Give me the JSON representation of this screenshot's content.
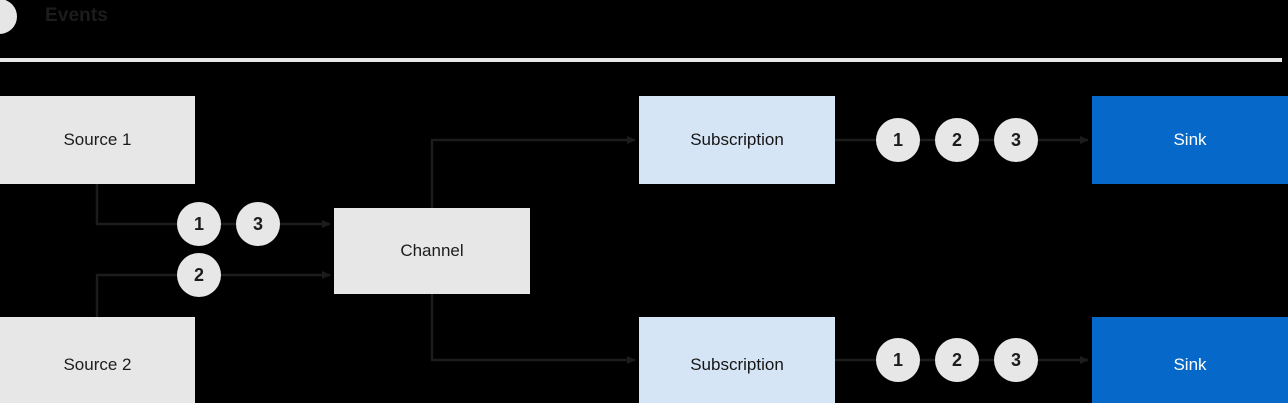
{
  "header": {
    "badge_icon": "filled-circle-icon",
    "title": "Events",
    "divider": "header-divider"
  },
  "diagram": {
    "type": "flow",
    "nodes": [
      {
        "id": "source1",
        "label": "Source 1",
        "style": "grey"
      },
      {
        "id": "source2",
        "label": "Source 2",
        "style": "grey"
      },
      {
        "id": "channel",
        "label": "Channel",
        "style": "grey"
      },
      {
        "id": "sub_top",
        "label": "Subscription",
        "style": "blue"
      },
      {
        "id": "sub_bot",
        "label": "Subscription",
        "style": "blue"
      },
      {
        "id": "sink_top",
        "label": "Sink",
        "style": "solid"
      },
      {
        "id": "sink_bot",
        "label": "Sink",
        "style": "solid"
      }
    ],
    "tokens": {
      "source1_to_channel": [
        "1",
        "3"
      ],
      "source2_to_channel": [
        "2"
      ],
      "sub_top_to_sink_top": [
        "1",
        "2",
        "3"
      ],
      "sub_bot_to_sink_bot": [
        "1",
        "2",
        "3"
      ]
    },
    "edges": [
      {
        "from": "source1",
        "to": "channel",
        "arrow": true
      },
      {
        "from": "source2",
        "to": "channel",
        "arrow": true
      },
      {
        "from": "channel",
        "to": "sub_top",
        "arrow": true
      },
      {
        "from": "channel",
        "to": "sub_bot",
        "arrow": true
      },
      {
        "from": "sub_top",
        "to": "sink_top",
        "arrow": true
      },
      {
        "from": "sub_bot",
        "to": "sink_bot",
        "arrow": true
      }
    ]
  },
  "colors": {
    "canvas": "#000000",
    "node_grey": "#e7e7e7",
    "node_blue": "#d6e5f5",
    "node_solid": "#0668c9",
    "wire": "#1c1c1c",
    "token_fill": "#e7e7e7",
    "text_dark": "#1c1c1c",
    "text_light": "#ffffff",
    "divider": "#e8e8e8"
  }
}
